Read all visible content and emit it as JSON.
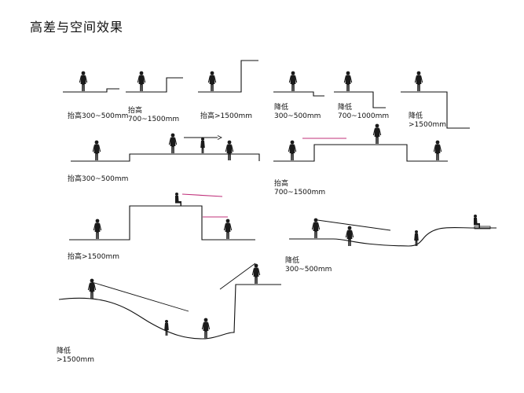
{
  "title": "高差与空间效果",
  "labels": {
    "raise_300_500_a": "抬高300~500mm",
    "raise_700_1500_a_line1": "抬高",
    "raise_700_1500_a_line2": "700~1500mm",
    "raise_gt1500_a": "抬高>1500mm",
    "lower_300_500_a_line1": "降低",
    "lower_300_500_a_line2": "300~500mm",
    "lower_700_1000_line1": "降低",
    "lower_700_1000_line2": "700~1000mm",
    "lower_gt1500_a_line1": "降低",
    "lower_gt1500_a_line2": ">1500mm",
    "raise_300_500_b": "抬高300~500mm",
    "raise_700_1500_b_line1": "抬高",
    "raise_700_1500_b_line2": "700~1500mm",
    "raise_gt1500_b": "抬高>1500mm",
    "lower_300_500_b_line1": "降低",
    "lower_300_500_b_line2": "300~500mm",
    "lower_gt1500_b_line1": "降低",
    "lower_gt1500_b_line2": ">1500mm"
  },
  "colors": {
    "line": "#111111",
    "figure": "#1a1a1a",
    "sightline_accent": "#c0307a"
  }
}
